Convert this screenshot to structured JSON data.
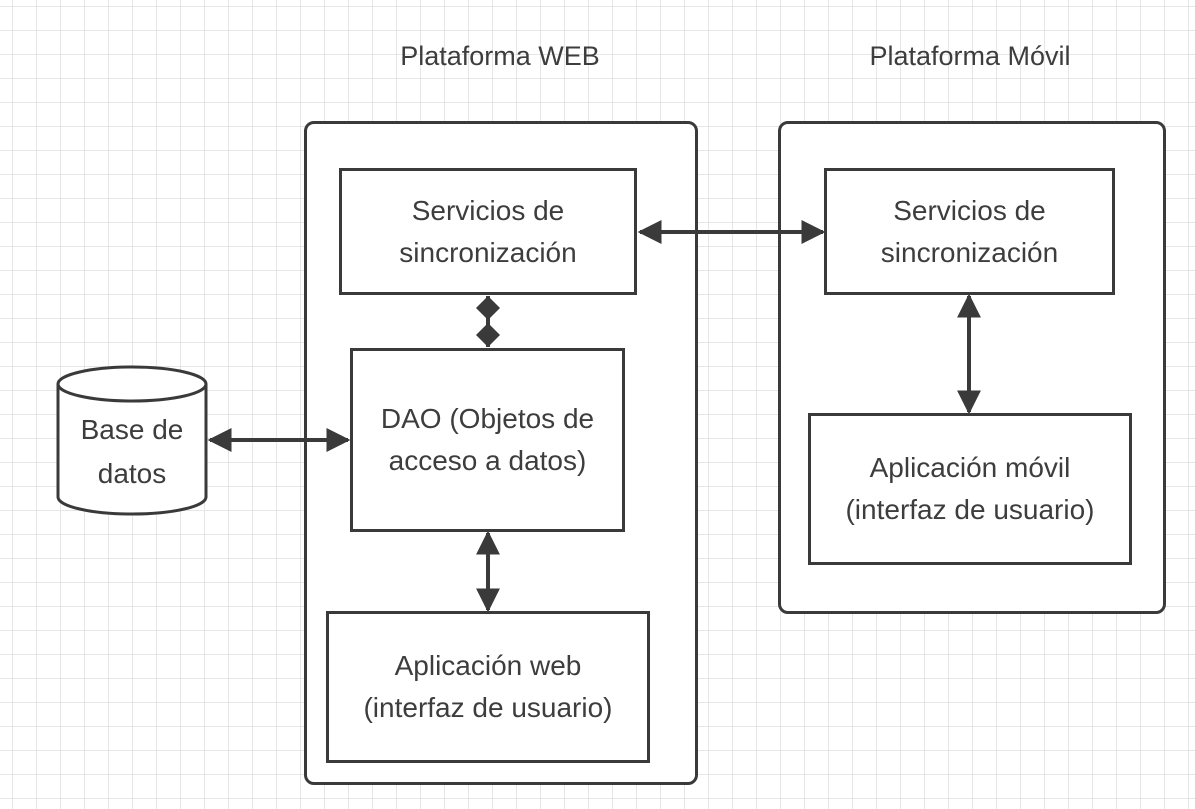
{
  "platforms": {
    "web": {
      "title": "Plataforma WEB"
    },
    "mobile": {
      "title": "Plataforma Móvil"
    }
  },
  "database": {
    "label_line1": "Base de",
    "label_line2": "datos"
  },
  "web": {
    "sync": {
      "line1": "Servicios de",
      "line2": "sincronización"
    },
    "dao": {
      "line1": "DAO (Objetos de",
      "line2": "acceso a datos)"
    },
    "app": {
      "line1": "Aplicación web",
      "line2": "(interfaz de usuario)"
    }
  },
  "mobile": {
    "sync": {
      "line1": "Servicios de",
      "line2": "sincronización"
    },
    "app": {
      "line1": "Aplicación móvil",
      "line2": "(interfaz de usuario)"
    }
  },
  "colors": {
    "stroke": "#3a3a3a",
    "grid": "#e6e6e6",
    "background": "#ffffff"
  }
}
